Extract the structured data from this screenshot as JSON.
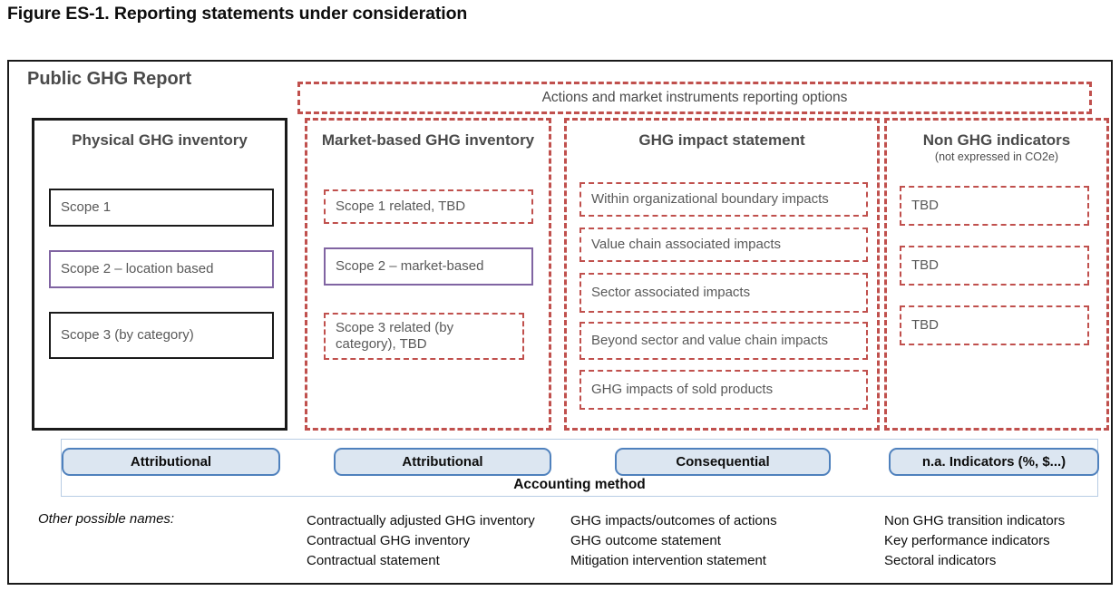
{
  "figure": {
    "caption": "Figure ES-1. Reporting statements under consideration",
    "report_title": "Public GHG Report"
  },
  "colors": {
    "dashed_red": "#c0504d",
    "purple": "#8064a2",
    "black": "#1a1a1a",
    "button_fill": "#dce6f1",
    "button_border": "#4f81bd",
    "panel_border": "#b8cce4",
    "text_gray": "#595959",
    "heading_gray": "#4a4a4a"
  },
  "banner": {
    "label": "Actions and market instruments reporting options"
  },
  "columns": [
    {
      "key": "physical",
      "title": "Physical GHG inventory",
      "subtitle": "",
      "border_style": "solid-black",
      "items": [
        {
          "label": "Scope 1",
          "style": "solid-black"
        },
        {
          "label": "Scope 2 – location based",
          "style": "solid-purple"
        },
        {
          "label": "Scope 3 (by category)",
          "style": "solid-black"
        }
      ]
    },
    {
      "key": "market",
      "title": "Market-based GHG inventory",
      "subtitle": "",
      "border_style": "dashed-red",
      "items": [
        {
          "label": "Scope 1 related, TBD",
          "style": "dashed-red"
        },
        {
          "label": "Scope 2 – market-based",
          "style": "solid-purple"
        },
        {
          "label": "Scope 3 related (by category), TBD",
          "style": "dashed-red"
        }
      ]
    },
    {
      "key": "impact",
      "title": "GHG impact statement",
      "subtitle": "",
      "border_style": "dashed-red",
      "items": [
        {
          "label": "Within organizational boundary impacts",
          "style": "dashed-red"
        },
        {
          "label": "Value chain associated impacts",
          "style": "dashed-red"
        },
        {
          "label": "Sector associated impacts",
          "style": "dashed-red"
        },
        {
          "label": "Beyond sector and value chain impacts",
          "style": "dashed-red"
        },
        {
          "label": "GHG impacts of sold products",
          "style": "dashed-red"
        }
      ]
    },
    {
      "key": "nonghg",
      "title": "Non GHG indicators",
      "subtitle": "(not expressed in CO2e)",
      "border_style": "dashed-red",
      "items": [
        {
          "label": "TBD",
          "style": "dashed-red"
        },
        {
          "label": "TBD",
          "style": "dashed-red"
        },
        {
          "label": "TBD",
          "style": "dashed-red"
        }
      ]
    }
  ],
  "accounting": {
    "label": "Accounting method",
    "buttons": [
      {
        "label": "Attributional"
      },
      {
        "label": "Attributional"
      },
      {
        "label": "Consequential"
      },
      {
        "label": "n.a. Indicators (%, $...)"
      }
    ]
  },
  "other_names": {
    "label": "Other possible names:",
    "groups": [
      {
        "lines": [
          "Contractually adjusted GHG inventory",
          "Contractual GHG inventory",
          "Contractual statement"
        ]
      },
      {
        "lines": [
          "GHG impacts/outcomes of actions",
          "GHG outcome statement",
          "Mitigation intervention statement"
        ]
      },
      {
        "lines": [
          "Non GHG transition indicators",
          "Key performance indicators",
          "Sectoral indicators"
        ]
      }
    ]
  }
}
